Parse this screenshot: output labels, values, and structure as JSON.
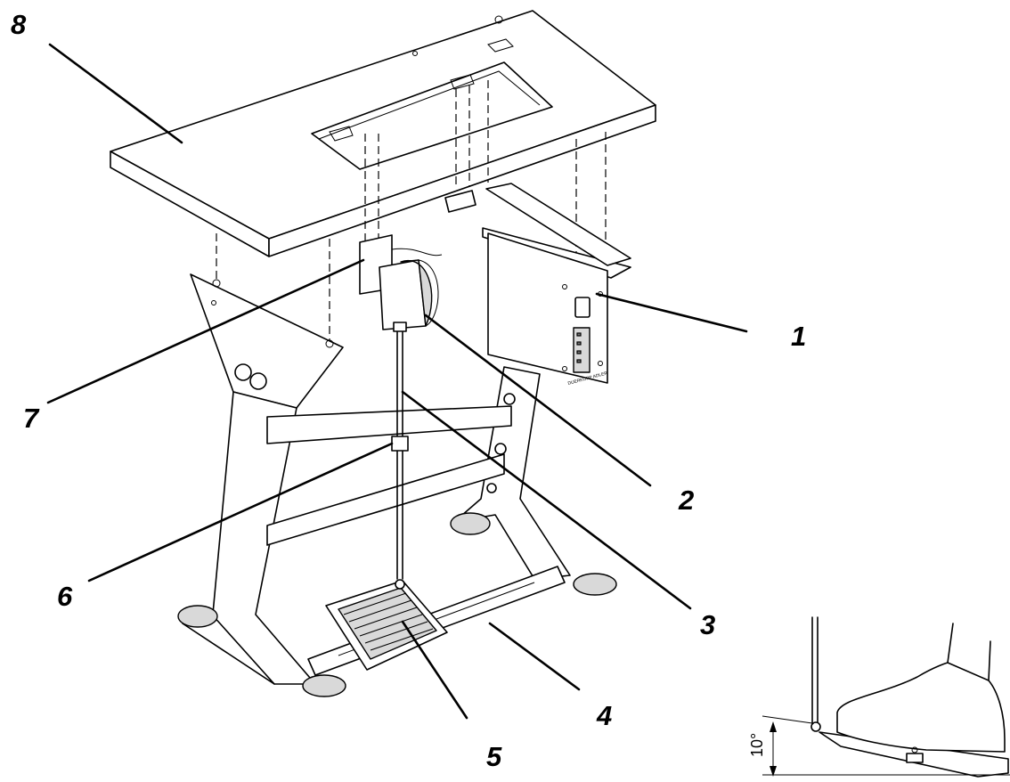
{
  "figure": {
    "callouts": [
      {
        "id": "callout-1",
        "label": "1"
      },
      {
        "id": "callout-2",
        "label": "2"
      },
      {
        "id": "callout-3",
        "label": "3"
      },
      {
        "id": "callout-4",
        "label": "4"
      },
      {
        "id": "callout-5",
        "label": "5"
      },
      {
        "id": "callout-6",
        "label": "6"
      },
      {
        "id": "callout-7",
        "label": "7"
      },
      {
        "id": "callout-8",
        "label": "8"
      }
    ],
    "inset": {
      "angle_label": "10°"
    },
    "control_box_text": "DUERKOPP ADLER"
  }
}
